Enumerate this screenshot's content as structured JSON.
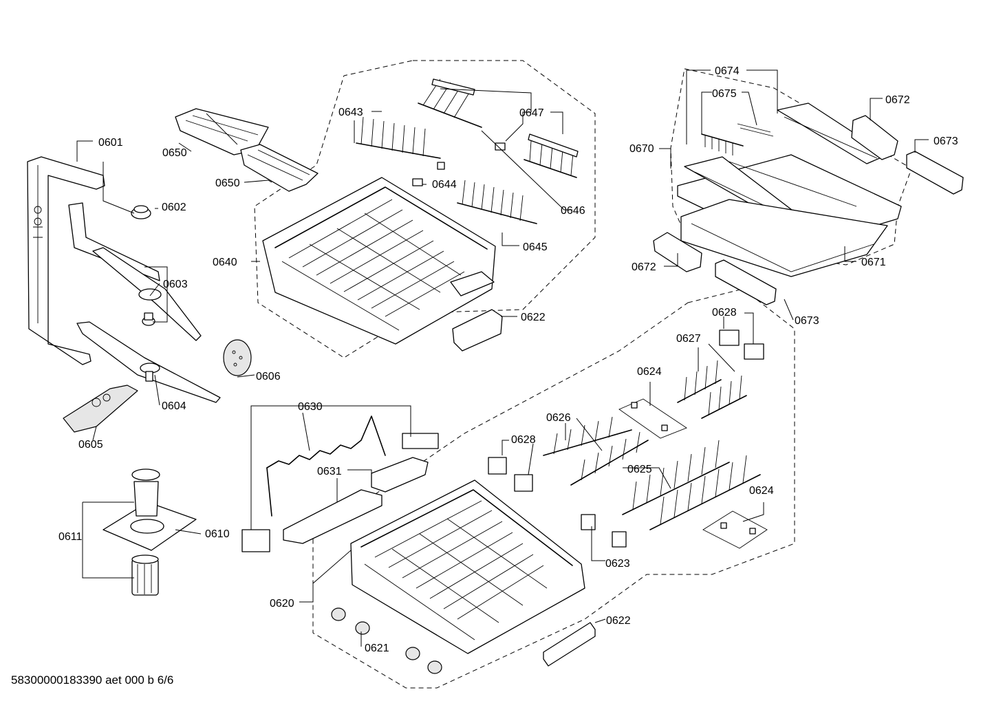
{
  "parts": {
    "p0601": "0601",
    "p0602": "0602",
    "p0603": "0603",
    "p0604": "0604",
    "p0605": "0605",
    "p0606": "0606",
    "p0610": "0610",
    "p0611": "0611",
    "p0620": "0620",
    "p0621": "0621",
    "p0622a": "0622",
    "p0622b": "0622",
    "p0623": "0623",
    "p0624a": "0624",
    "p0624b": "0624",
    "p0625": "0625",
    "p0626": "0626",
    "p0627": "0627",
    "p0628a": "0628",
    "p0628b": "0628",
    "p0630": "0630",
    "p0631": "0631",
    "p0640": "0640",
    "p0643": "0643",
    "p0644": "0644",
    "p0645": "0645",
    "p0646": "0646",
    "p0647": "0647",
    "p0650a": "0650",
    "p0650b": "0650",
    "p0670": "0670",
    "p0671": "0671",
    "p0672a": "0672",
    "p0672b": "0672",
    "p0673a": "0673",
    "p0673b": "0673",
    "p0674": "0674",
    "p0675": "0675"
  },
  "document_id": "58300000183390 aet 000 b 6/6"
}
